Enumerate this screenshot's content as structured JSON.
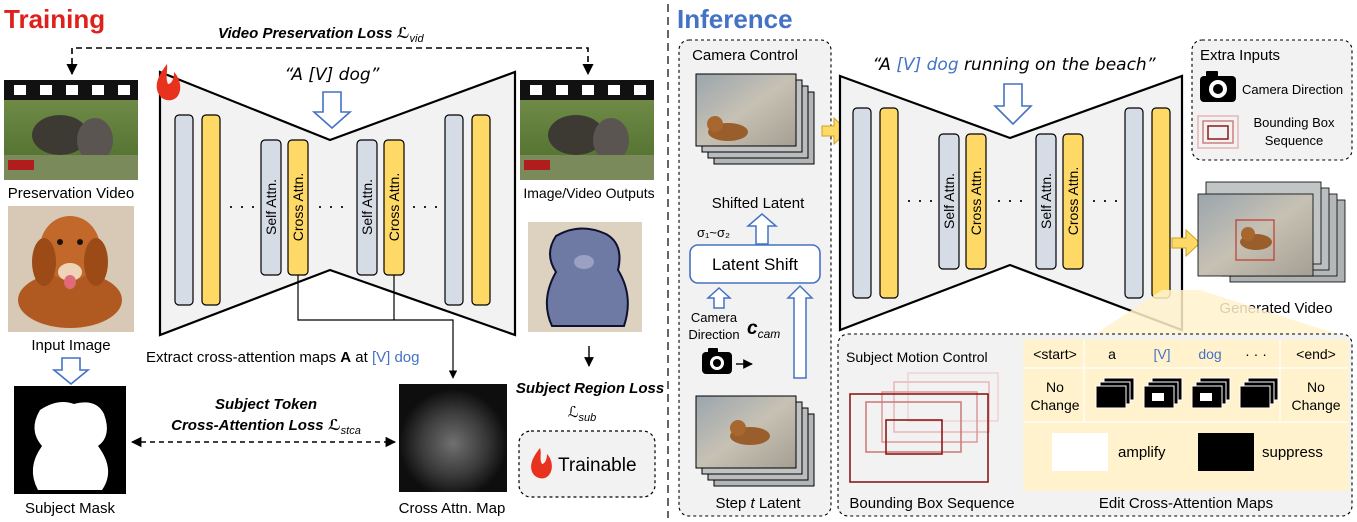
{
  "training": {
    "title": "Training",
    "video_preservation_loss": "Video Preservation Loss ℒ",
    "vid_sub": "vid",
    "prompt": "“A [V] dog”",
    "preservation_video": "Preservation Video",
    "input_image": "Input Image",
    "subject_mask": "Subject Mask",
    "outputs_label": "Image/Video Outputs",
    "dots": "· · ·",
    "self_attn": "Self Attn.",
    "cross_attn": "Cross Attn.",
    "extract_text_pre": "Extract cross-attention maps",
    "extract_bold": "A",
    "extract_at": "at",
    "extract_vdog": "[V] dog",
    "stca_line1": "Subject Token",
    "stca_line2": "Cross-Attention Loss ℒ",
    "stca_sub": "stca",
    "cross_attn_map": "Cross Attn. Map",
    "subject_region_loss": "Subject Region Loss",
    "sub_loss": "ℒ",
    "sub_sub": "sub",
    "trainable": "Trainable"
  },
  "inference": {
    "title": "Inference",
    "camera_control": "Camera Control",
    "shifted_latent": "Shifted Latent",
    "sigma": "σ₁~σ₂",
    "latent_shift": "Latent Shift",
    "camera": "Camera",
    "direction": "Direction",
    "c_cam": "c",
    "c_cam_sub": "cam",
    "step_latent_pre": "Step",
    "step_latent_t": "t",
    "step_latent_post": "Latent",
    "prompt_pre": "“A",
    "prompt_v": "[V]",
    "prompt_dog": "dog",
    "prompt_post": "running on the beach”",
    "extra_inputs": "Extra Inputs",
    "camera_direction": "Camera Direction",
    "bbox_line1": "Bounding Box",
    "bbox_line2": "Sequence",
    "generated_video": "Generated Video",
    "subject_motion_control": "Subject Motion Control",
    "bbox_sequence": "Bounding Box Sequence",
    "tokens": [
      "<start>",
      "a",
      "[V]",
      "dog",
      "· · ·",
      "<end>"
    ],
    "no_change_1": "No",
    "no_change_2": "Change",
    "amplify": "amplify",
    "suppress": "suppress",
    "edit_maps": "Edit Cross-Attention Maps"
  },
  "colors": {
    "red_title": "#e0201b",
    "blue_title": "#4472c4",
    "token_blue": "#4472c4",
    "yellow_block": "#ffd966",
    "gray_block": "#d6dce5",
    "flame": "#e8321e",
    "bbox_red": "#8b1a1a"
  }
}
